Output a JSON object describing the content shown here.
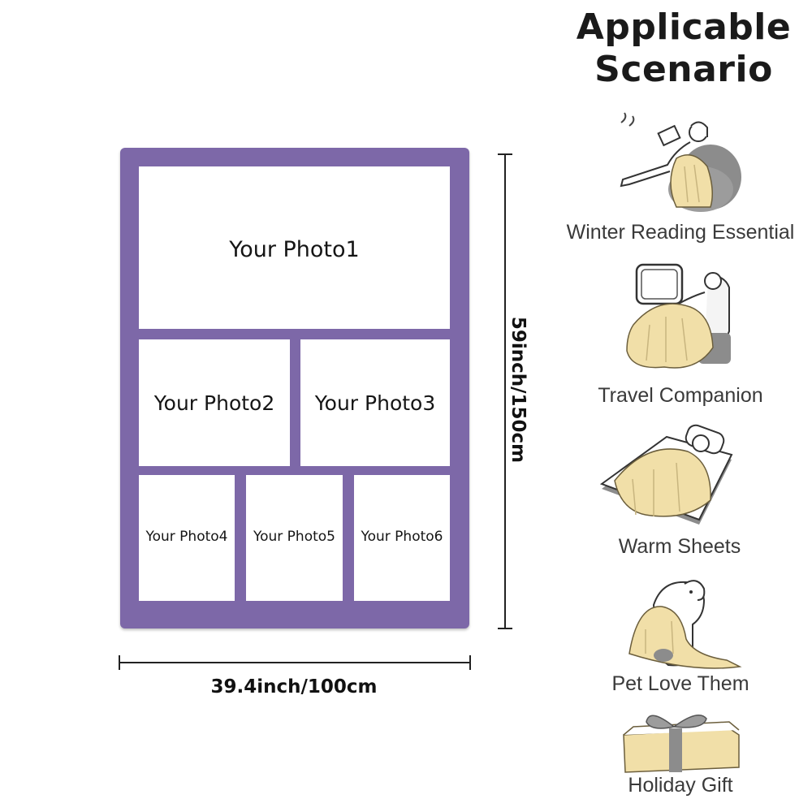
{
  "blanket": {
    "color": "#7d68a8",
    "photos": [
      {
        "label": "Your Photo1"
      },
      {
        "label": "Your Photo2"
      },
      {
        "label": "Your Photo3"
      },
      {
        "label": "Your Photo4"
      },
      {
        "label": "Your Photo5"
      },
      {
        "label": "Your Photo6"
      }
    ]
  },
  "dimensions": {
    "height_label": "59inch/150cm",
    "width_label": "39.4inch/100cm"
  },
  "scenarios": {
    "heading_line1": "Applicable",
    "heading_line2": "Scenario",
    "items": [
      {
        "caption": "Winter Reading Essential",
        "icon": "reading-icon"
      },
      {
        "caption": "Travel Companion",
        "icon": "travel-icon"
      },
      {
        "caption": "Warm Sheets",
        "icon": "bed-icon"
      },
      {
        "caption": "Pet Love Them",
        "icon": "dog-icon"
      },
      {
        "caption": "Holiday Gift",
        "icon": "gift-icon"
      }
    ]
  },
  "colors": {
    "blanket_purple": "#7d68a8",
    "beige": "#f1dfa8",
    "gray": "#8c8c8c"
  }
}
